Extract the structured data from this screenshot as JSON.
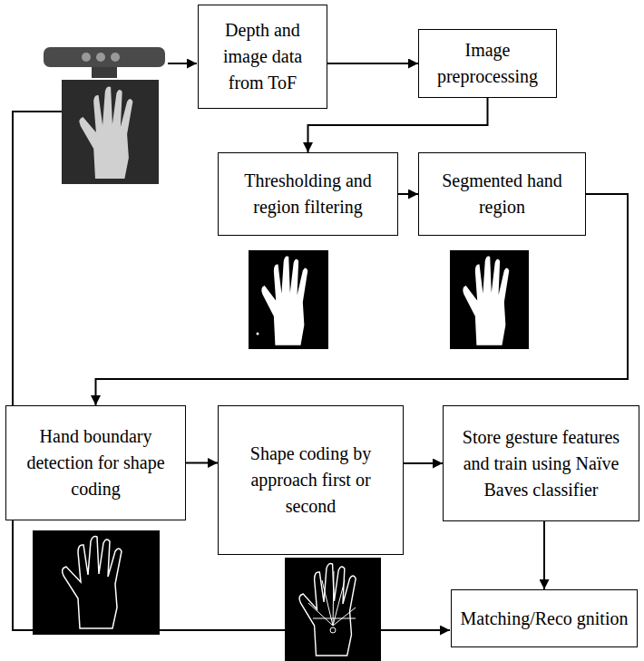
{
  "diagram": {
    "nodes": [
      {
        "text": [
          "Depth and image data from ToF"
        ]
      },
      {
        "text": [
          "Image preprocessing"
        ]
      },
      {
        "text": [
          "Thresholding and region filtering"
        ]
      },
      {
        "text": [
          "Segmented hand region"
        ]
      },
      {
        "text": [
          "Hand boundary detection for shape coding"
        ]
      },
      {
        "text": [
          "Shape coding by approach first or second"
        ]
      },
      {
        "text": [
          "Store gesture features and train using Naïve Baves classifier"
        ]
      },
      {
        "text": [
          "Matching/Reco gnition"
        ]
      }
    ],
    "edges": [
      {
        "from": 0,
        "to": 1,
        "arrow": "to"
      },
      {
        "from": 1,
        "to": 2,
        "arrow": "to"
      },
      {
        "from": 2,
        "to": 3,
        "arrow": "to"
      },
      {
        "from": 3,
        "to": 4,
        "arrow": "to"
      },
      {
        "from": 4,
        "to": 5,
        "arrow": "to"
      },
      {
        "from": 5,
        "to": 6,
        "arrow": "to"
      },
      {
        "from": 6,
        "to": 7,
        "arrow": "to"
      }
    ]
  }
}
